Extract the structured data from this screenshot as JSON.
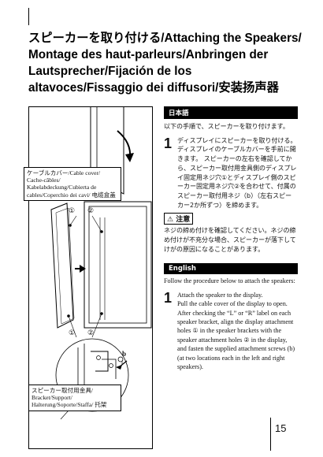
{
  "title": "スピーカーを取り付ける/Attaching the Speakers/ Montage des haut-parleurs/Anbringen der Lautsprecher/Fijación de los altavoces/Fissaggio dei diffusori/安装扬声器",
  "figure": {
    "cable_cover_label": "ケーブルカバー/Cable cover/ Cache-câbles/ Kabelabdeckung/Cubierta de cables/Coperchio dei cavi/ 电缆盒盖",
    "bracket_label": "スピーカー取付用金具/ Bracket/Support/ Halterung/Soporte/Staffa/ 托架",
    "hole_1": "①",
    "hole_2": "②",
    "screw_b": "b"
  },
  "japanese": {
    "heading": "日本語",
    "intro": "以下の手順で、スピーカーを取り付けます。",
    "step_number": "1",
    "step_text": "ディスプレイにスピーカーを取り付ける。 ディスプレイのケーブルカバーを手前に開きます。 スピーカーの左右を確認してから、スピーカー取付用金具側のディスプレイ固定用ネジ穴①とディスプレイ側のスピーカー固定用ネジ穴②を合わせて、付属のスピーカー取付用ネジ（b）（左右スピーカー2か所ずつ）を締めます。",
    "caution_label": "注意",
    "caution_text": "ネジの締め付けを確認してください。ネジの締め付けが不充分な場合、スピーカーが落下してけがの原因になることがあります。"
  },
  "english": {
    "heading": "English",
    "intro": "Follow the procedure below to attach the speakers:",
    "step_number": "1",
    "step_text_1": "Attach the speaker to the display.",
    "step_text_2": "Pull the cable cover of the display to open.",
    "step_text_3": "After checking the “L” or “R” label on each speaker bracket, align the display attachment holes ① in the speaker brackets with the speaker attachment holes ② in the display, and fasten the supplied attachment screws (b) (at two locations each in the left and right speakers)."
  },
  "page_number": "15"
}
